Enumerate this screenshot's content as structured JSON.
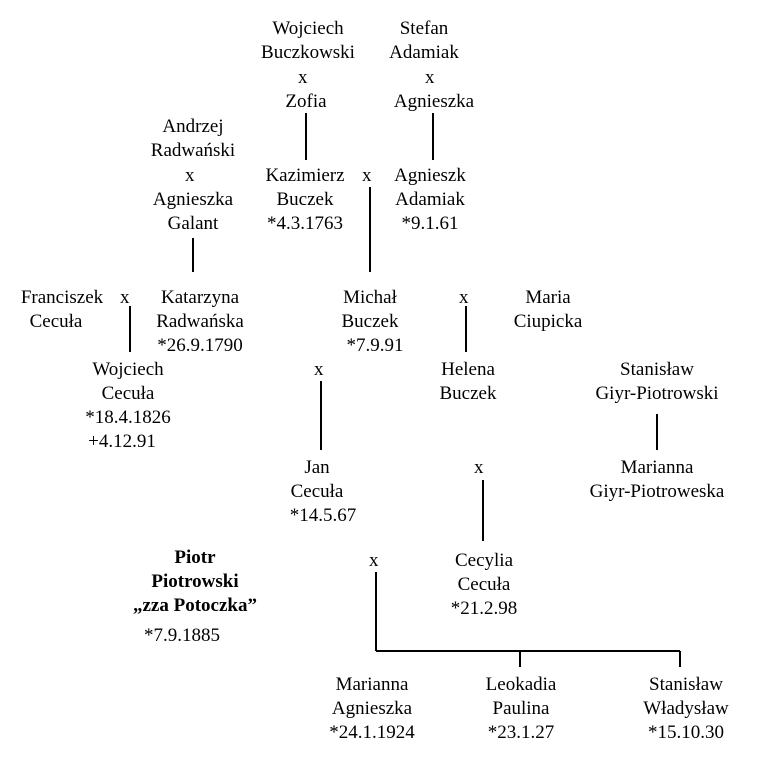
{
  "people": {
    "wojciech_buczkowski": [
      "Wojciech",
      "Buczkowski"
    ],
    "zofia": [
      "Zofia"
    ],
    "stefan_adamiak": [
      "Stefan",
      "Adamiak"
    ],
    "agnieszka_top": [
      "Agnieszka"
    ],
    "andrzej_radwanski": [
      "Andrzej",
      "Radwański"
    ],
    "agnieszka_galant": [
      "Agnieszka",
      "Galant"
    ],
    "kazimierz_buczek": [
      "Kazimierz",
      "Buczek",
      "*4.3.1763"
    ],
    "agnieszk_adamiak": [
      "Agnieszk",
      "Adamiak",
      "*9.1.61"
    ],
    "franciszek_cecula": [
      "Franciszek",
      "Cecuła"
    ],
    "katarzyna_radwanska": [
      "Katarzyna",
      "Radwańska",
      "*26.9.1790"
    ],
    "michal_buczek": [
      "Michał",
      "Buczek",
      "*7.9.91"
    ],
    "maria_ciupicka": [
      "Maria",
      "Ciupicka"
    ],
    "wojciech_cecula": [
      "Wojciech",
      "Cecuła",
      "*18.4.1826",
      "+4.12.91"
    ],
    "helena_buczek": [
      "Helena",
      "Buczek"
    ],
    "stanislaw_giyr": [
      "Stanisław",
      "Giyr-Piotrowski"
    ],
    "marianna_giyr": [
      "Marianna",
      "Giyr-Piotroweska"
    ],
    "jan_cecula": [
      "Jan",
      "Cecuła",
      "*14.5.67"
    ],
    "piotr_piotrowski": [
      "Piotr",
      "Piotrowski",
      "„zza Potoczka”"
    ],
    "piotr_birth": "*7.9.1885",
    "cecylia_cecula": [
      "Cecylia",
      "Cecuła",
      "*21.2.98"
    ],
    "marianna_agnieszka": [
      "Marianna",
      "Agnieszka",
      "*24.1.1924"
    ],
    "leokadia_paulina": [
      "Leokadia",
      "Paulina",
      "*23.1.27"
    ],
    "stanislaw_wladyslaw": [
      "Stanisław",
      "Władysław",
      "*15.10.30"
    ]
  },
  "marriage_symbol": "x"
}
